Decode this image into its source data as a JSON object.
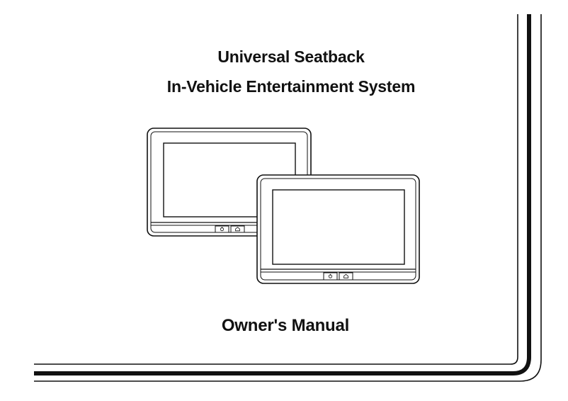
{
  "document": {
    "title_line_1": "Universal Seatback",
    "title_line_2": "In-Vehicle Entertainment System",
    "subtitle": "Owner's Manual"
  },
  "illustration": {
    "subject": "two seatback display monitors",
    "button_icons": [
      "power-icon",
      "home-icon"
    ]
  },
  "colors": {
    "ink": "#111111",
    "background": "#ffffff"
  }
}
